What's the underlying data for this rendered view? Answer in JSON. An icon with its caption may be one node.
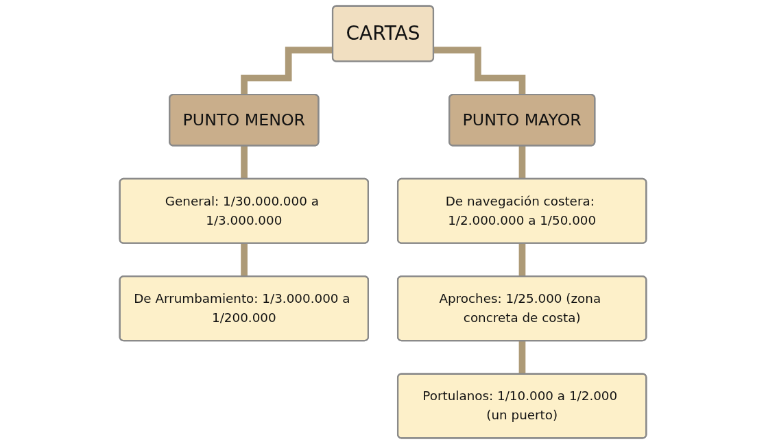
{
  "diagram": {
    "nodes": [
      {
        "text": [
          "CARTAS"
        ]
      },
      {
        "text": [
          "PUNTO MENOR"
        ]
      },
      {
        "text": [
          "PUNTO MAYOR"
        ]
      },
      {
        "text": [
          "General: 1/30.000.000 a 1/3.000.000"
        ]
      },
      {
        "text": [
          "De Arrumbamiento: 1/3.000.000 a 1/200.000"
        ]
      },
      {
        "text": [
          "De navegación costera: 1/2.000.000 a 1/50.000"
        ]
      },
      {
        "text": [
          "Aproches: 1/25.000 (zona concreta de costa)"
        ]
      },
      {
        "text": [
          "Portulanos: 1/10.000 a 1/2.000 (un puerto)"
        ]
      }
    ],
    "edges": [
      {
        "from": 0,
        "to": 1,
        "arrow": "none"
      },
      {
        "from": 0,
        "to": 2,
        "arrow": "none"
      },
      {
        "from": 1,
        "to": 3,
        "arrow": "none"
      },
      {
        "from": 3,
        "to": 4,
        "arrow": "none"
      },
      {
        "from": 2,
        "to": 5,
        "arrow": "none"
      },
      {
        "from": 5,
        "to": 6,
        "arrow": "none"
      },
      {
        "from": 6,
        "to": 7,
        "arrow": "none"
      }
    ]
  }
}
